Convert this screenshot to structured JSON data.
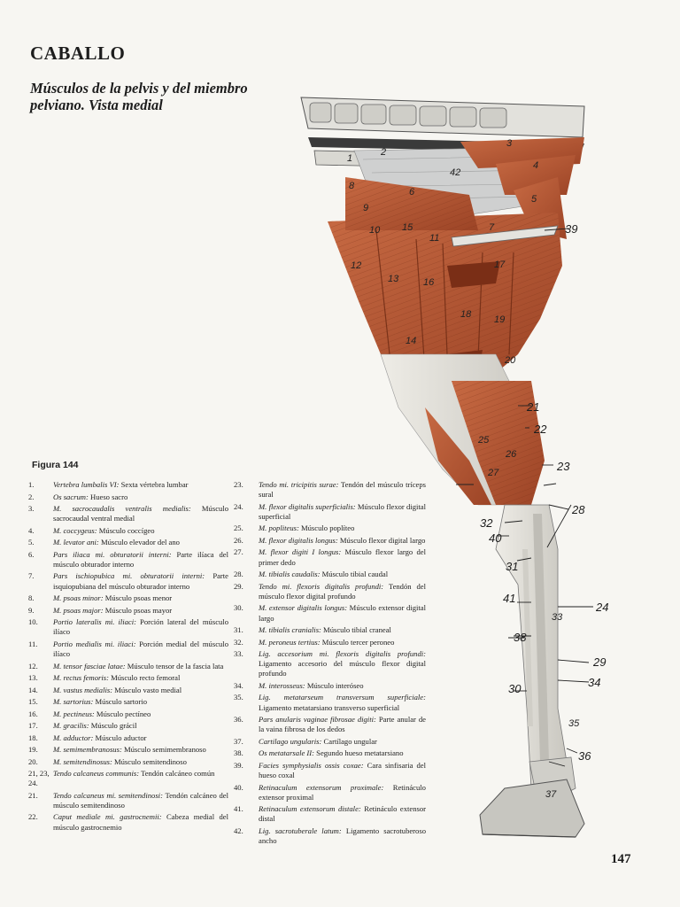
{
  "header": {
    "title": "CABALLO",
    "subtitle": "Músculos de la pelvis y del miembro pelviano. Vista medial"
  },
  "figure": {
    "label": "Figura 144",
    "callouts": [
      "1",
      "2",
      "3",
      "4",
      "5",
      "6",
      "7",
      "8",
      "9",
      "10",
      "11",
      "12",
      "13",
      "14",
      "15",
      "16",
      "17",
      "18",
      "19",
      "20",
      "21",
      "22",
      "23",
      "24",
      "25",
      "26",
      "27",
      "28",
      "29",
      "30",
      "31",
      "32",
      "33",
      "34",
      "35",
      "36",
      "37",
      "38",
      "39",
      "40",
      "41",
      "42"
    ],
    "colors": {
      "muscle": "#b9532f",
      "muscle_dark": "#8c3a1f",
      "tendon": "#e4e1da",
      "bone": "#d9d8d2",
      "hoof": "#bdbcb6"
    }
  },
  "legend_left": [
    {
      "num": "1.",
      "latin": "Vertebra lumbalis VI:",
      "text": "Sexta vértebra lumbar"
    },
    {
      "num": "2.",
      "latin": "Os sacrum:",
      "text": "Hueso sacro"
    },
    {
      "num": "3.",
      "latin": "M. sacrocaudalis ventralis medialis:",
      "text": "Músculo sacrocaudal ventral medial"
    },
    {
      "num": "4.",
      "latin": "M. coccygeus:",
      "text": "Músculo coccígeo"
    },
    {
      "num": "5.",
      "latin": "M. levator ani:",
      "text": "Músculo elevador del ano"
    },
    {
      "num": "6.",
      "latin": "Pars iliaca mi. obturatorii interni:",
      "text": "Parte ilíaca del músculo obturador interno"
    },
    {
      "num": "7.",
      "latin": "Pars ischiopubica mi. obturatorii interni:",
      "text": "Parte isquiopubiana del músculo obturador interno"
    },
    {
      "num": "8.",
      "latin": "M. psoas minor:",
      "text": "Músculo psoas menor"
    },
    {
      "num": "9.",
      "latin": "M. psoas major:",
      "text": "Músculo psoas mayor"
    },
    {
      "num": "10.",
      "latin": "Portio lateralis mi. iliaci:",
      "text": "Porción lateral del músculo ilíaco"
    },
    {
      "num": "11.",
      "latin": "Portio medialis mi. iliaci:",
      "text": "Porción medial del músculo ilíaco"
    },
    {
      "num": "12.",
      "latin": "M. tensor fasciae latae:",
      "text": "Músculo tensor de la fascia lata"
    },
    {
      "num": "13.",
      "latin": "M. rectus femoris:",
      "text": "Músculo recto femoral"
    },
    {
      "num": "14.",
      "latin": "M. vastus medialis:",
      "text": "Músculo vasto medial"
    },
    {
      "num": "15.",
      "latin": "M. sartorius:",
      "text": "Músculo sartorio"
    },
    {
      "num": "16.",
      "latin": "M. pectineus:",
      "text": "Músculo pectíneo"
    },
    {
      "num": "17.",
      "latin": "M. gracilis:",
      "text": "Músculo grácil"
    },
    {
      "num": "18.",
      "latin": "M. adductor:",
      "text": "Músculo aductor"
    },
    {
      "num": "19.",
      "latin": "M. semimembranosus:",
      "text": "Músculo semimembranoso"
    },
    {
      "num": "20.",
      "latin": "M. semitendinosus:",
      "text": "Músculo semitendinoso"
    },
    {
      "num": "21, 23, 24.",
      "latin": "Tendo calcaneus communis:",
      "text": "Tendón calcáneo común"
    },
    {
      "num": "21.",
      "latin": "Tendo calcaneus mi. semitendinosi:",
      "text": "Tendón calcáneo del músculo semitendinoso"
    },
    {
      "num": "22.",
      "latin": "Caput mediale mi. gastrocnemii:",
      "text": "Cabeza medial del músculo gastrocnemio"
    }
  ],
  "legend_right": [
    {
      "num": "23.",
      "latin": "Tendo mi. tricipitis surae:",
      "text": "Tendón del músculo tríceps sural"
    },
    {
      "num": "24.",
      "latin": "M. flexor digitalis superficialis:",
      "text": "Músculo flexor digital superficial"
    },
    {
      "num": "25.",
      "latin": "M. popliteus:",
      "text": "Músculo poplíteo"
    },
    {
      "num": "26.",
      "latin": "M. flexor digitalis longus:",
      "text": "Músculo flexor digital largo"
    },
    {
      "num": "27.",
      "latin": "M. flexor digiti I longus:",
      "text": "Músculo flexor largo del primer dedo"
    },
    {
      "num": "28.",
      "latin": "M. tibialis caudalis:",
      "text": "Músculo tibial caudal"
    },
    {
      "num": "29.",
      "latin": "Tendo mi. flexoris digitalis profundi:",
      "text": "Tendón del músculo flexor digital profundo"
    },
    {
      "num": "30.",
      "latin": "M. extensor digitalis longus:",
      "text": "Músculo extensor digital largo"
    },
    {
      "num": "31.",
      "latin": "M. tibialis cranialis:",
      "text": "Músculo tibial craneal"
    },
    {
      "num": "32.",
      "latin": "M. peroneus tertius:",
      "text": "Músculo tercer peroneo"
    },
    {
      "num": "33.",
      "latin": "Lig. accesorium mi. flexoris digitalis profundi:",
      "text": "Ligamento accesorio del músculo flexor digital profundo"
    },
    {
      "num": "34.",
      "latin": "M. interosseus:",
      "text": "Músculo interóseo"
    },
    {
      "num": "35.",
      "latin": "Lig. metatarseum transversum superficiale:",
      "text": "Ligamento metatarsiano transverso superficial"
    },
    {
      "num": "36.",
      "latin": "Pars anularis vaginae fibrosae digiti:",
      "text": "Parte anular de la vaina fibrosa de los dedos"
    },
    {
      "num": "37.",
      "latin": "Cartilago ungularis:",
      "text": "Cartílago ungular"
    },
    {
      "num": "38.",
      "latin": "Os metatarsale II:",
      "text": "Segundo hueso metatarsiano"
    },
    {
      "num": "39.",
      "latin": "Facies symphysialis ossis coxae:",
      "text": "Cara sinfisaria del hueso coxal"
    },
    {
      "num": "40.",
      "latin": "Retinaculum extensorum proximale:",
      "text": "Retináculo extensor proximal"
    },
    {
      "num": "41.",
      "latin": "Retinaculum extensorum distale:",
      "text": "Retináculo extensor distal"
    },
    {
      "num": "42.",
      "latin": "Lig. sacrotuberale latum:",
      "text": "Ligamento sacrotuberoso ancho"
    }
  ],
  "footer": {
    "page_number": "147"
  }
}
